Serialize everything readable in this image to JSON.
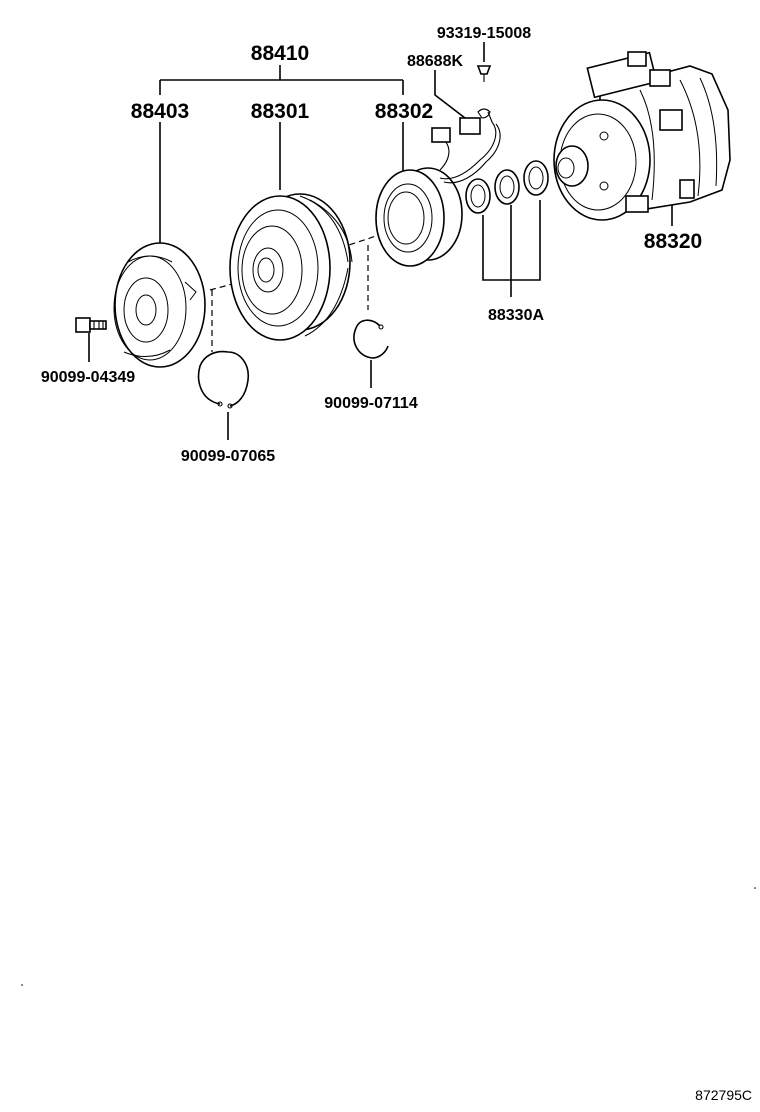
{
  "diagram": {
    "ref_code": "872795C",
    "labels": {
      "clutch_assy": "88410",
      "pressure_plate": "88403",
      "pulley": "88301",
      "stator": "88302",
      "lead_wire_connector": "88688K",
      "screw_top": "93319-15008",
      "compressor": "88320",
      "shim_set": "88330A",
      "bolt": "90099-04349",
      "snap_ring_pulley": "90099-07065",
      "snap_ring_stator": "90099-07114"
    }
  }
}
